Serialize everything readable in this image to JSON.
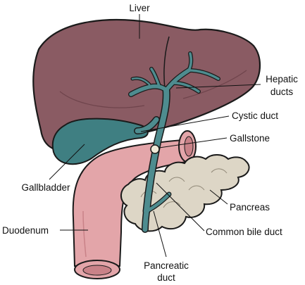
{
  "labels": {
    "liver": "Liver",
    "hepatic_ducts_line1": "Hepatic",
    "hepatic_ducts_line2": "ducts",
    "cystic_duct": "Cystic duct",
    "gallstone": "Gallstone",
    "gallbladder": "Gallbladder",
    "pancreas": "Pancreas",
    "duodenum": "Duodenum",
    "common_bile_duct": "Common bile duct",
    "pancreatic_duct_line1": "Pancreatic",
    "pancreatic_duct_line2": "duct"
  },
  "colors": {
    "liver": "#8a5b63",
    "liver_shade": "#6f444c",
    "gallbladder": "#3f7f82",
    "ducts": "#4e8c8f",
    "duodenum": "#e3a5a9",
    "duodenum_inner": "#c98288",
    "pancreas": "#ddd6c6",
    "gallstone": "#f0ead8",
    "outline": "#1a1a1a"
  }
}
